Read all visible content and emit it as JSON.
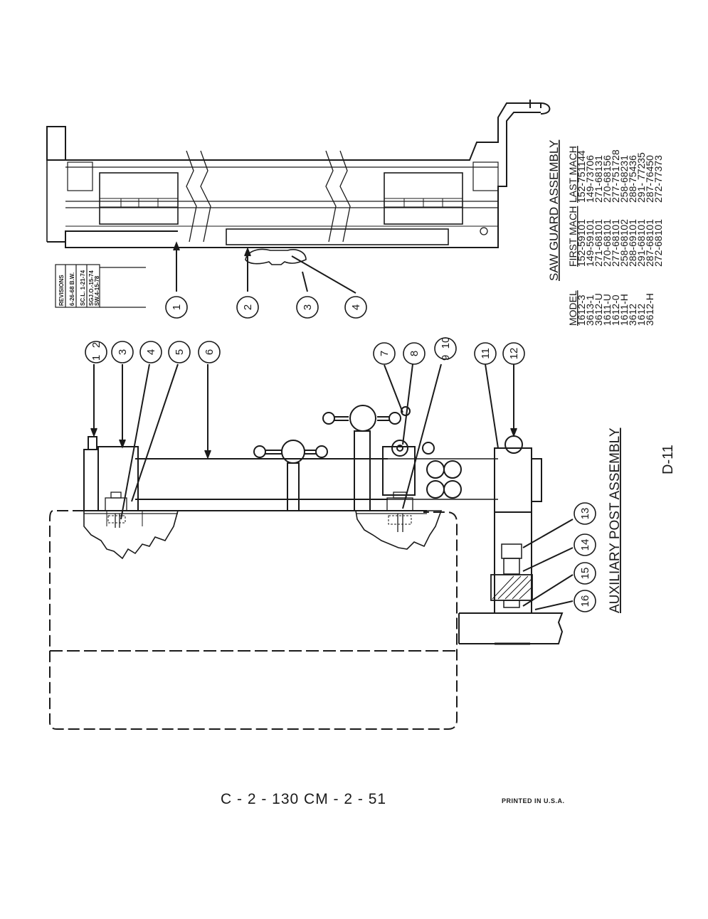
{
  "saw_guard": {
    "title": "SAW GUARD  ASSEMBLY",
    "headers": {
      "model": "MODEL",
      "first": "FIRST MACH",
      "last": "LAST MACH"
    },
    "rows": [
      {
        "model": "1612-3",
        "first": "152-59101",
        "last": "152-751144"
      },
      {
        "model": "3613-1",
        "first": "149-59101",
        "last": "149-73706"
      },
      {
        "model": "3612-U",
        "first": "271-68101",
        "last": "271-68131"
      },
      {
        "model": "1611-U",
        "first": "270-68101",
        "last": "270-68156"
      },
      {
        "model": "1612-0",
        "first": "277-68101",
        "last": "277-751728"
      },
      {
        "model": "1611-H",
        "first": "258-68102",
        "last": "258-68231"
      },
      {
        "model": "3612",
        "first": "288-69101",
        "last": "288-75436"
      },
      {
        "model": "1612",
        "first": "291-68101",
        "last": "291- 77235"
      },
      {
        "model": "3612-H",
        "first": "287-68101",
        "last": "287-76450"
      },
      {
        "model": "",
        "first": "272-68101",
        "last": "272-77373"
      }
    ]
  },
  "revisions": {
    "title": "REVISIONS",
    "entries": [
      "6-26-68 B.W.",
      "SC.L. 1-21-74",
      "SGJ.O.-15-74",
      "SW.4-15-78"
    ]
  },
  "auxiliary_title": "AUXILIARY  POST  ASSEMBLY",
  "page_code": "D-11",
  "footer_codes": "C - 2 - 130    CM - 2 - 51",
  "printed": "PRINTED  IN  U.S.A.",
  "callouts_top": [
    "1",
    "2",
    "3",
    "4"
  ],
  "callouts_aux": [
    "1",
    "2",
    "3",
    "4",
    "5",
    "6",
    "7",
    "8",
    "9",
    "10",
    "11",
    "12",
    "13",
    "14",
    "15",
    "16"
  ]
}
